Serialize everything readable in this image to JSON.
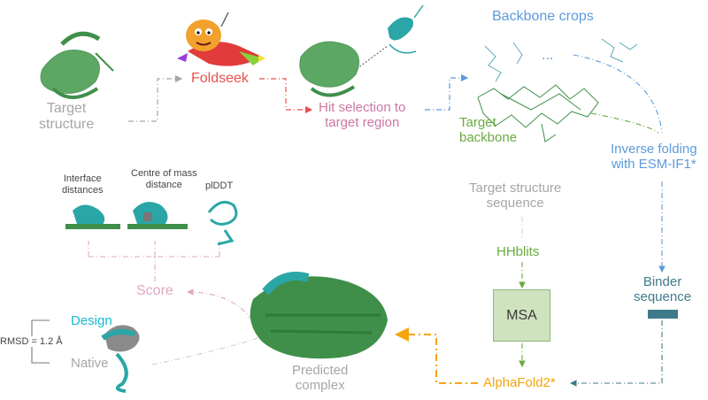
{
  "labels": {
    "target_structure": [
      "Target",
      "structure"
    ],
    "foldseek": "Foldseek",
    "hit_selection": [
      "Hit selection to",
      "target region"
    ],
    "backbone_crops": "Backbone crops",
    "ellipsis": "...",
    "target_backbone": [
      "Target",
      "backbone"
    ],
    "inverse_folding": [
      "Inverse folding",
      "with ESM-IF1*"
    ],
    "target_sequence": [
      "Target structure",
      "sequence"
    ],
    "hhblits": "HHblits",
    "msa": "MSA",
    "binder_sequence": [
      "Binder",
      "sequence"
    ],
    "alphafold": "AlphaFold2*",
    "predicted_complex": [
      "Predicted",
      "complex"
    ],
    "score": "Score",
    "interface_distances": [
      "Interface",
      "distances"
    ],
    "centre_of_mass": [
      "Centre of mass",
      "distance"
    ],
    "plddt": "plDDT",
    "design": "Design",
    "native": "Native",
    "rmsd": "RMSD = 1.2 Å"
  },
  "colors": {
    "gray": "#a6a6a6",
    "foldseek_red": "#e8514c",
    "hit_pink": "#cc77a3",
    "backbone_green": "#6aab3f",
    "inverse_blue": "#5b9bdc",
    "binder_teal": "#3f7a8a",
    "alphafold_orange": "#f7a40a",
    "design_cyan": "#19b8d0",
    "protein_green": "#3f8f4a",
    "protein_teal": "#2aa6a6"
  },
  "icons": [
    "protein-structure-icon",
    "rocket-mascot-icon",
    "msa-box-icon",
    "binder-sequence-bar-icon"
  ]
}
